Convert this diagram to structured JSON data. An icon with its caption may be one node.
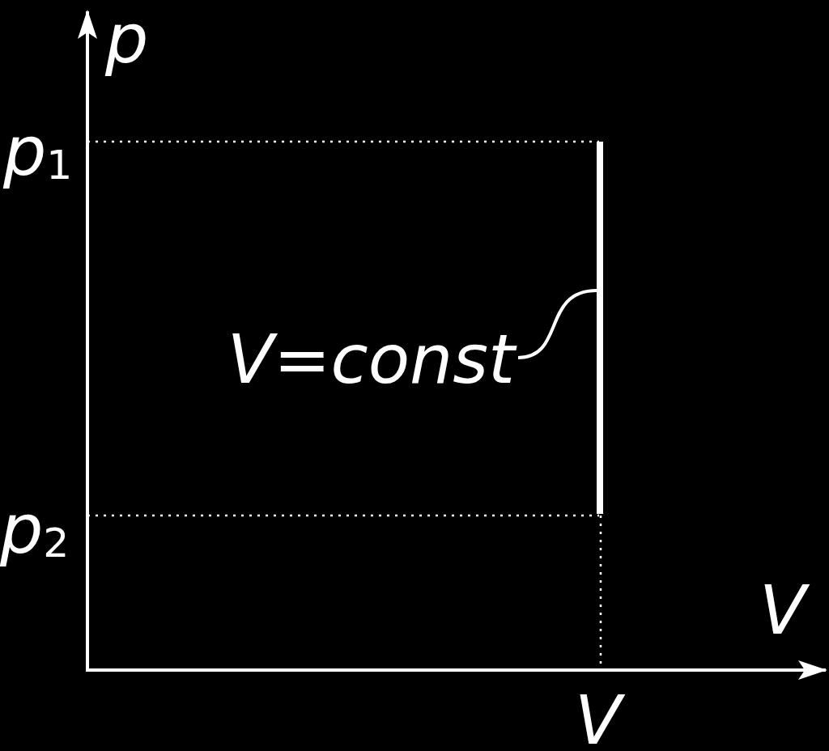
{
  "diagram": {
    "nodes": [
      {
        "text": [
          "V=const"
        ]
      },
      {
        "text": [],
        "shape": "bar"
      }
    ],
    "edges": [
      {
        "from": 0,
        "to": 1,
        "arrow": "none"
      }
    ],
    "labels": [
      "p",
      "p$_{1}$",
      "p$_{2}$",
      "V",
      "V"
    ]
  }
}
